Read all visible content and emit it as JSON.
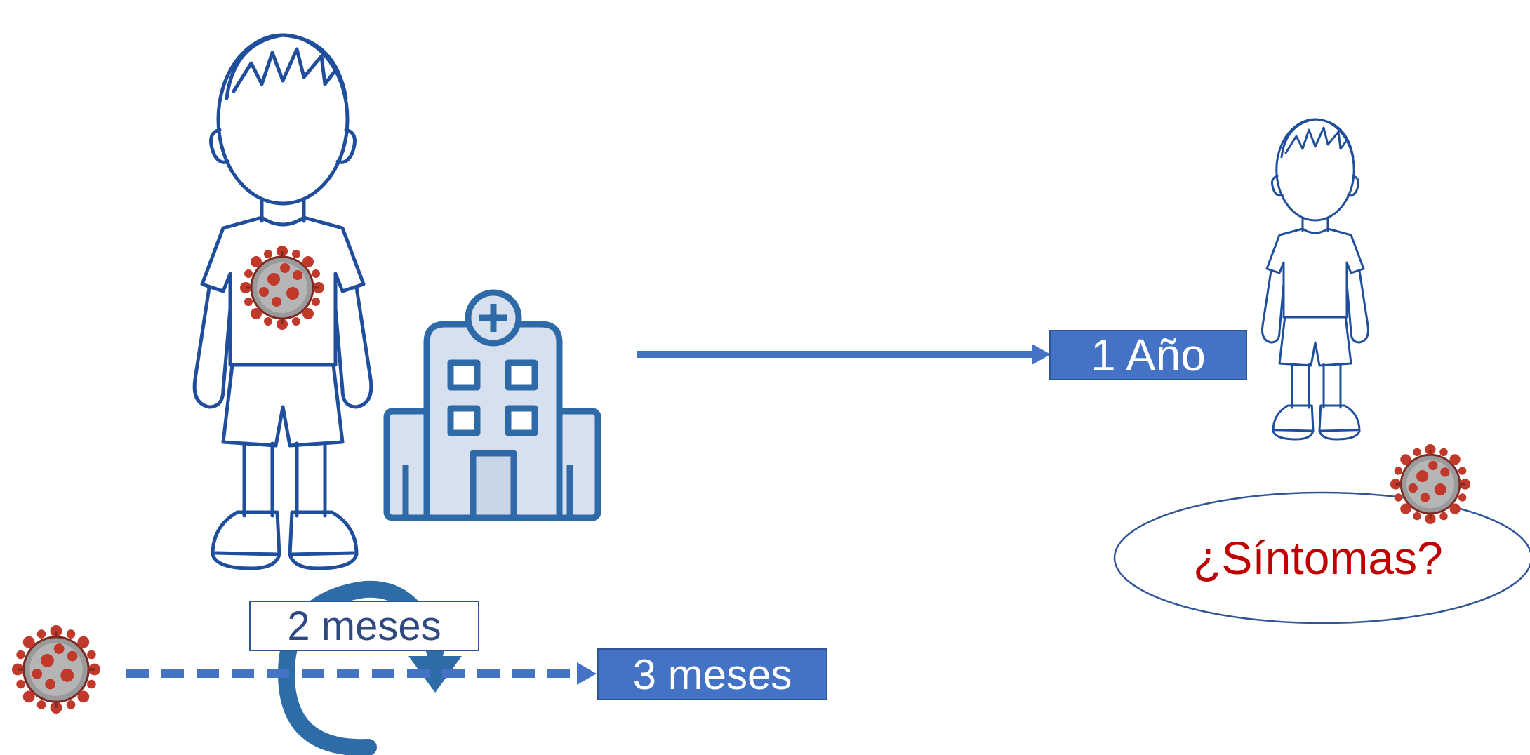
{
  "labels": {
    "one_year": "1  Año",
    "two_months": "2 meses",
    "three_months": "3 meses",
    "symptoms": "¿Síntomas?"
  },
  "colors": {
    "primary_blue": "#4472c4",
    "dark_blue": "#2f5597",
    "outline_blue": "#1f4e9c",
    "hospital_fill": "#d6e0ee",
    "hospital_stroke": "#2e6aa8",
    "loop_arrow": "#2e6ca8",
    "virus_red": "#c0392b",
    "virus_gray": "#8a8a8a",
    "symptoms_text": "#c00000"
  },
  "icons": {
    "child_large": "child-figure-icon",
    "child_small": "child-figure-icon",
    "hospital": "hospital-icon",
    "virus": "coronavirus-icon",
    "loop": "curved-arrow-icon"
  }
}
